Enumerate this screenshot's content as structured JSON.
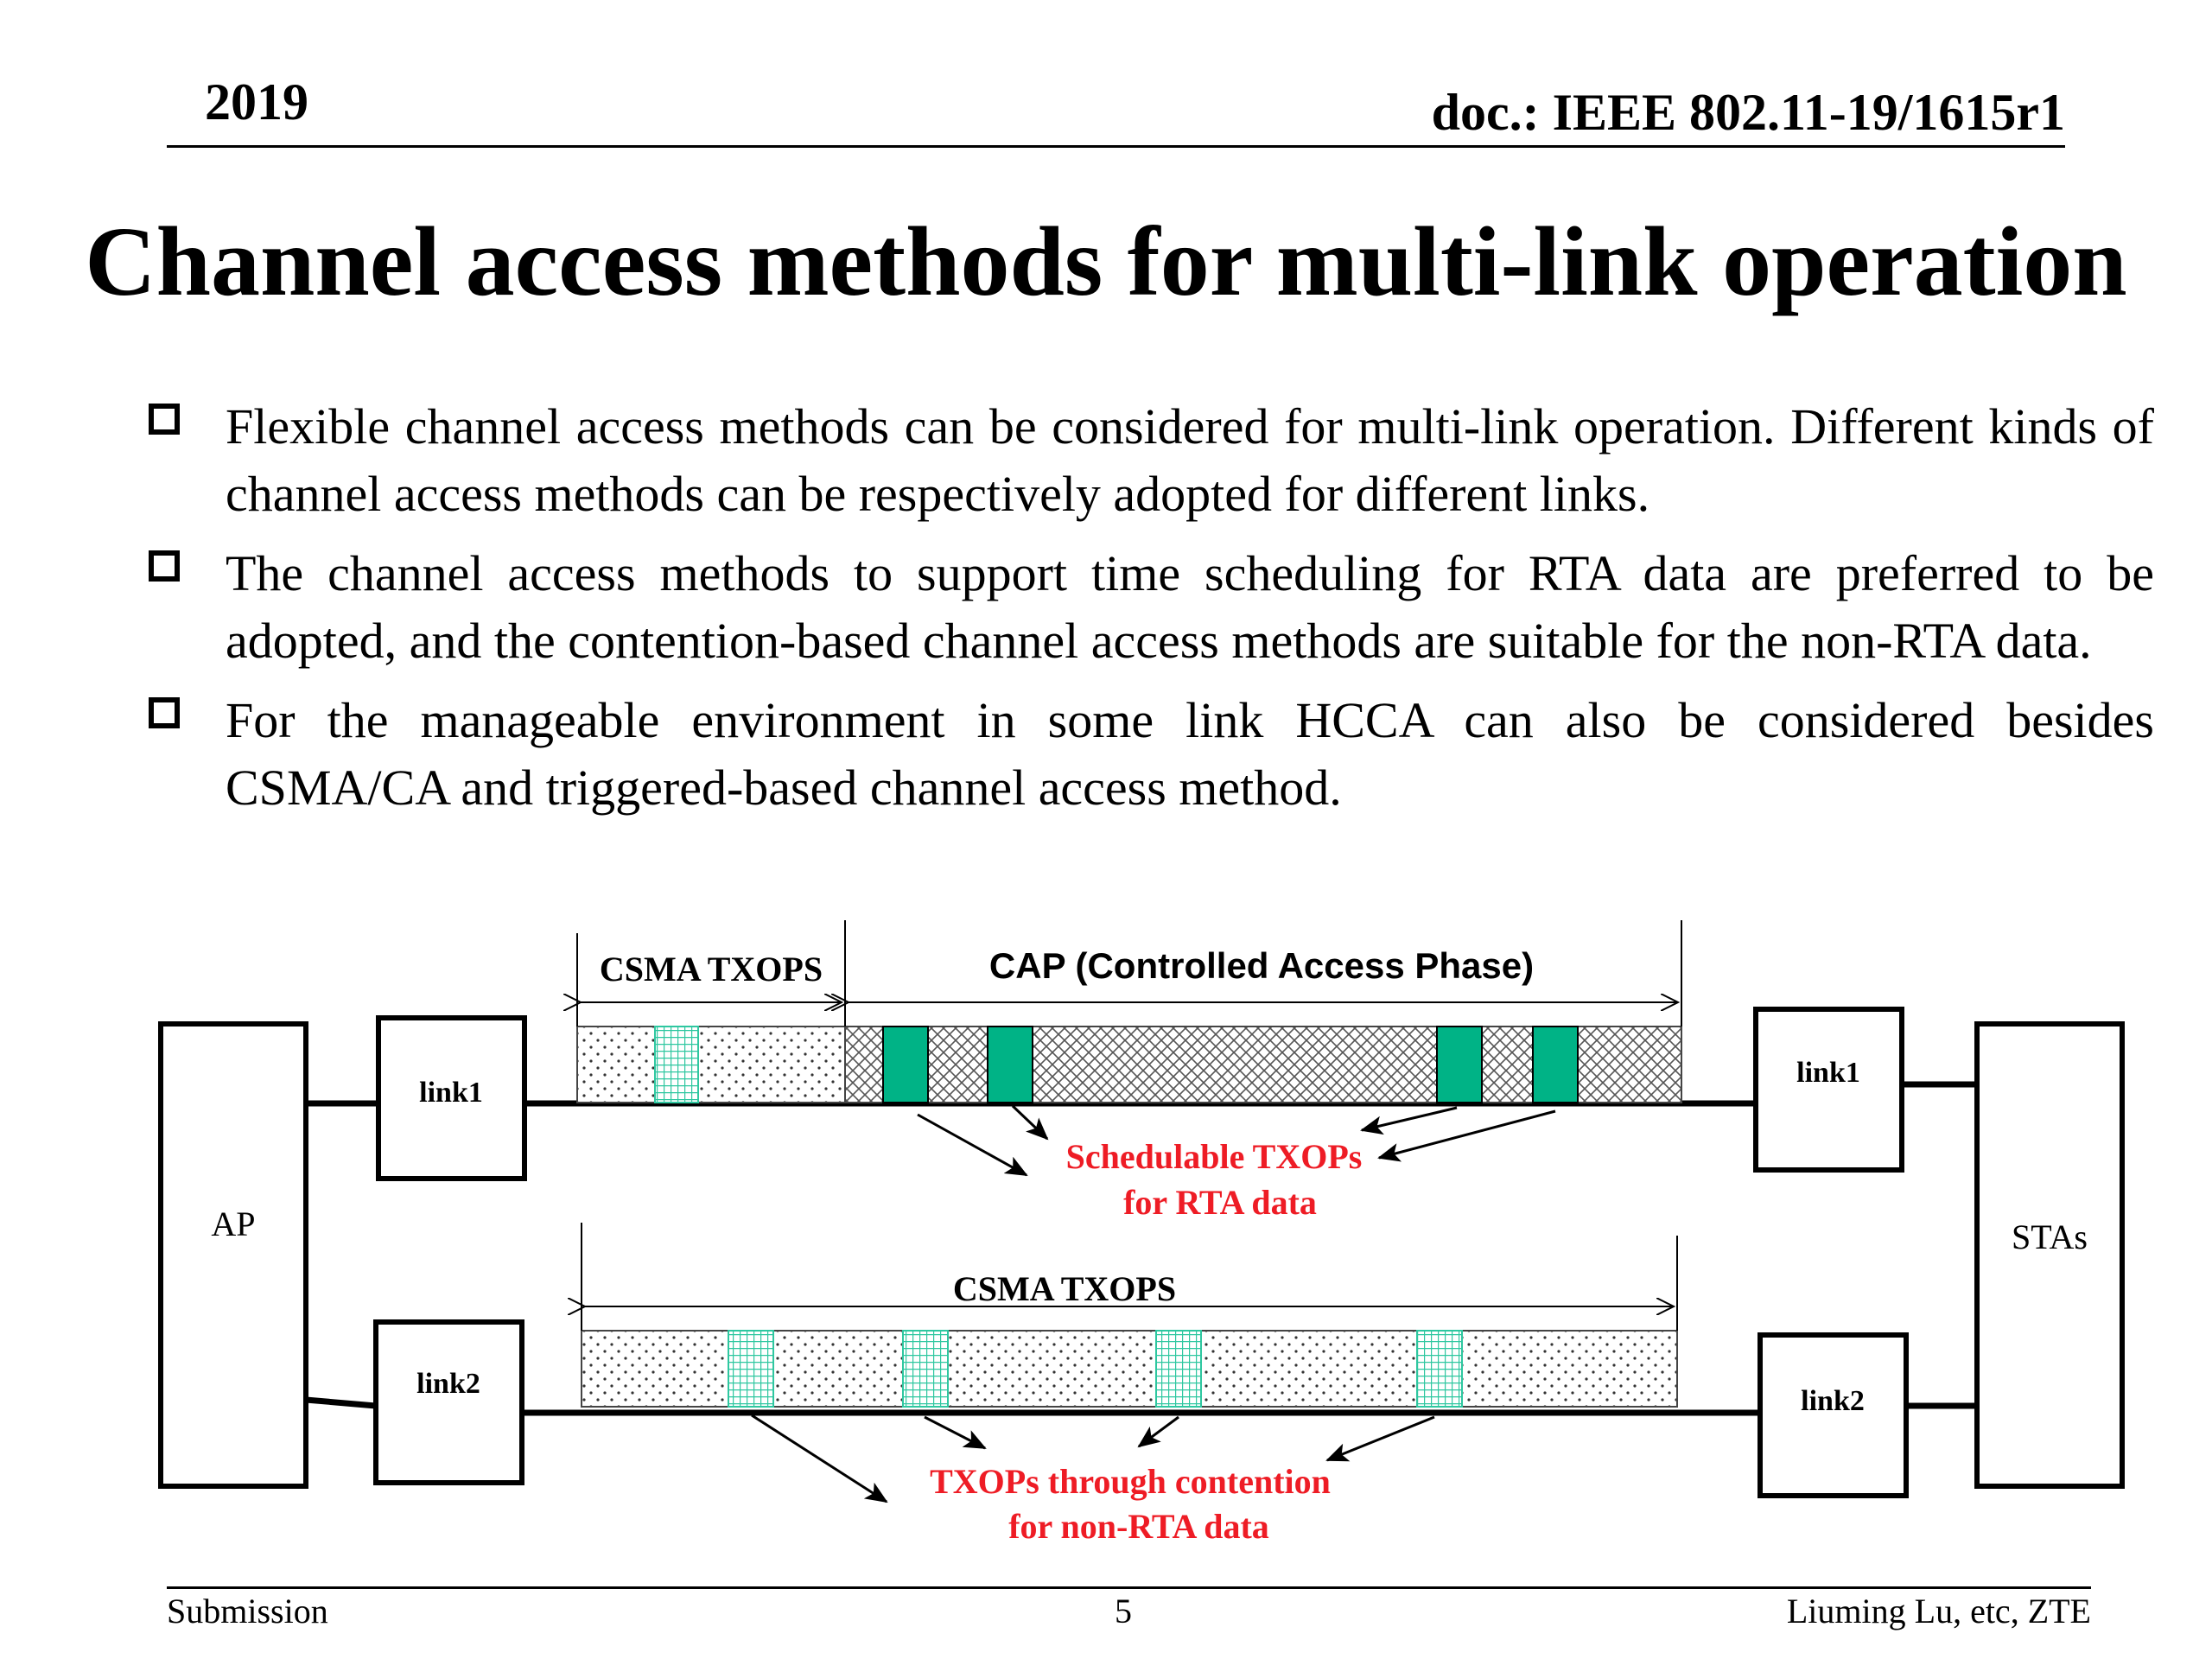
{
  "header": {
    "year": "2019",
    "doc": "doc.: IEEE 802.11-19/1615r1"
  },
  "title": "Channel access methods for multi-link operation",
  "bullets": [
    "Flexible channel access methods can be considered for multi-link operation. Different kinds of channel access methods can be respectively adopted for different links.",
    "The channel access methods  to support time scheduling for RTA data are preferred to be adopted, and the contention-based channel access methods are suitable for the non-RTA data.",
    "For the manageable environment in some link HCCA can also be considered besides CSMA/CA and triggered-based channel access method."
  ],
  "diagram": {
    "ap": "AP",
    "stas": "STAs",
    "link1_left": "link1",
    "link2_left": "link2",
    "link1_right": "link1",
    "link2_right": "link2",
    "csma_txops_top": "CSMA TXOPS",
    "cap": "CAP (Controlled Access Phase)",
    "csma_txops_bottom": "CSMA TXOPS",
    "schedulable_line1": "Schedulable TXOPs",
    "schedulable_line2": "for RTA data",
    "contention_line1": "TXOPs through contention",
    "contention_line2": "for non-RTA data",
    "colors": {
      "red_text": "#ee1c25",
      "txop_green": "#00b386",
      "contention_green": "#2ec7a0"
    }
  },
  "footer": {
    "left": "Submission",
    "page": "5",
    "right": "Liuming Lu, etc, ZTE"
  }
}
